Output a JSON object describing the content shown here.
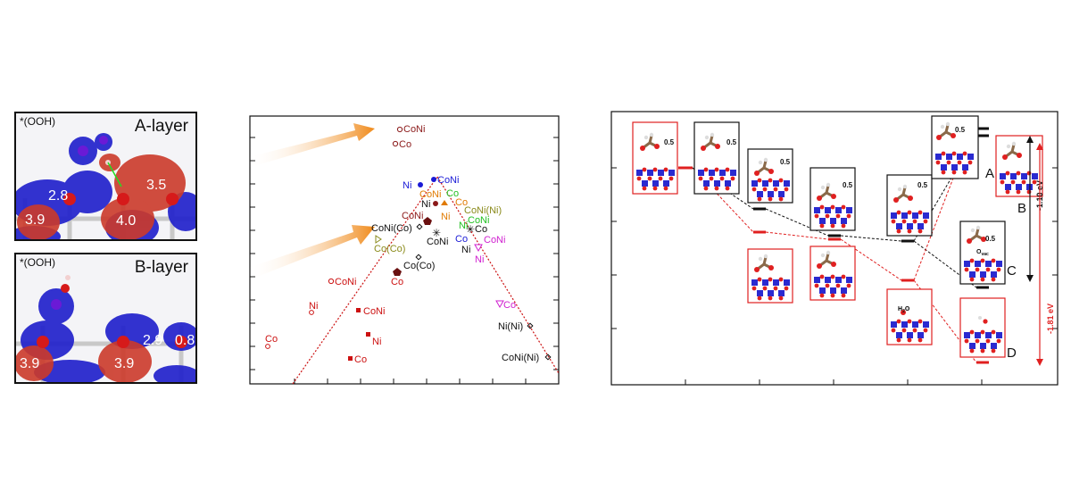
{
  "panel_a": {
    "top": {
      "tag": "*(OOH)",
      "title": "A-layer",
      "values": [
        "2.8",
        "3.5",
        "3.9",
        "4.0"
      ]
    },
    "bottom": {
      "tag": "*(OOH)",
      "title": "B-layer",
      "values": [
        "2.9",
        "0.8",
        "3.9",
        "3.9"
      ]
    }
  },
  "panel_b": {
    "points": [
      {
        "label": "CoNi",
        "color": "#8b1a1a"
      },
      {
        "label": "Co",
        "color": "#8b1a1a"
      },
      {
        "label": "Ni",
        "color": "#1a1ad6"
      },
      {
        "label": "CoNi",
        "color": "#1a1ad6"
      },
      {
        "label": "CoNi",
        "color": "#e07a00"
      },
      {
        "label": "Co",
        "color": "#22c022"
      },
      {
        "label": "Ni",
        "color": "#8b1a1a"
      },
      {
        "label": "Co",
        "color": "#e07a00"
      },
      {
        "label": "CoNi",
        "color": "#8b1a1a"
      },
      {
        "label": "Ni",
        "color": "#e07a00"
      },
      {
        "label": "CoNi(Ni)",
        "color": "#8a8a1a"
      },
      {
        "label": "CoNi(Co)",
        "color": "#111111"
      },
      {
        "label": "Ni",
        "color": "#22c022"
      },
      {
        "label": "Co",
        "color": "#111111"
      },
      {
        "label": "CoNi",
        "color": "#111111"
      },
      {
        "label": "Co",
        "color": "#1a1ad6"
      },
      {
        "label": "CoNi",
        "color": "#d020d0"
      },
      {
        "label": "Co(Co)",
        "color": "#8a8a1a"
      },
      {
        "label": "Ni",
        "color": "#111111"
      },
      {
        "label": "Ni",
        "color": "#d020d0"
      },
      {
        "label": "Co(Co)",
        "color": "#111111"
      },
      {
        "label": "Co",
        "color": "#8b1a1a"
      },
      {
        "label": "CoNi",
        "color": "#cc1111"
      },
      {
        "label": "Ni",
        "color": "#cc1111"
      },
      {
        "label": "CoNi",
        "color": "#cc1111"
      },
      {
        "label": "Co",
        "color": "#d020d0"
      },
      {
        "label": "Ni",
        "color": "#cc1111"
      },
      {
        "label": "Ni(Ni)",
        "color": "#111111"
      },
      {
        "label": "Co",
        "color": "#cc1111"
      },
      {
        "label": "Co",
        "color": "#cc1111"
      },
      {
        "label": "CoNi(Ni)",
        "color": "#111111"
      }
    ]
  },
  "panel_c": {
    "energy_labels": [
      "-1.10 eV",
      "-1.81 eV"
    ],
    "path_letters": [
      "A",
      "B",
      "C",
      "D"
    ],
    "box_values": [
      "0.5",
      "0.5",
      "0.5",
      "0.5",
      "0.5",
      "0.5",
      "0.5"
    ],
    "ov_label": "O",
    "ov_sub": "vac",
    "water_label": "H",
    "water_sub": "2",
    "water_tail": "O"
  }
}
